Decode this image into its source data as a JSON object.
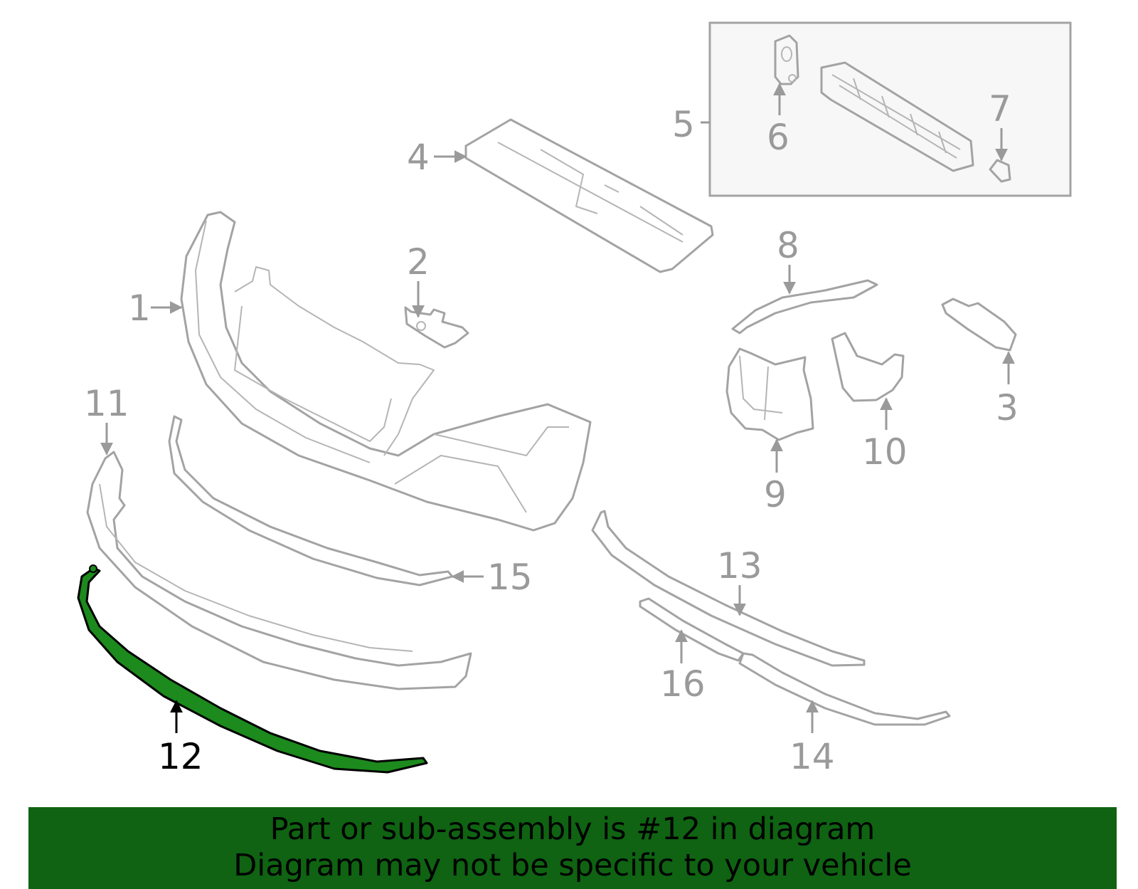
{
  "diagram": {
    "highlighted_part": "12",
    "inset_box_label": "5",
    "callouts": {
      "c1": "1",
      "c2": "2",
      "c3": "3",
      "c4": "4",
      "c5": "5",
      "c6": "6",
      "c7": "7",
      "c8": "8",
      "c9": "9",
      "c10": "10",
      "c11": "11",
      "c12": "12",
      "c13": "13",
      "c14": "14",
      "c15": "15",
      "c16": "16"
    },
    "colors": {
      "part_outline": "#a3a3a3",
      "callout_text": "#9a9a9a",
      "highlight_outline": "#000000",
      "highlight_fill": "#1c8a1c",
      "inset_box_fill": "#f7f7f7",
      "banner_background": "#0f6312"
    }
  },
  "footer": {
    "line1": "Part or sub-assembly is #12 in diagram",
    "line2": "Diagram may not be specific to your vehicle"
  }
}
